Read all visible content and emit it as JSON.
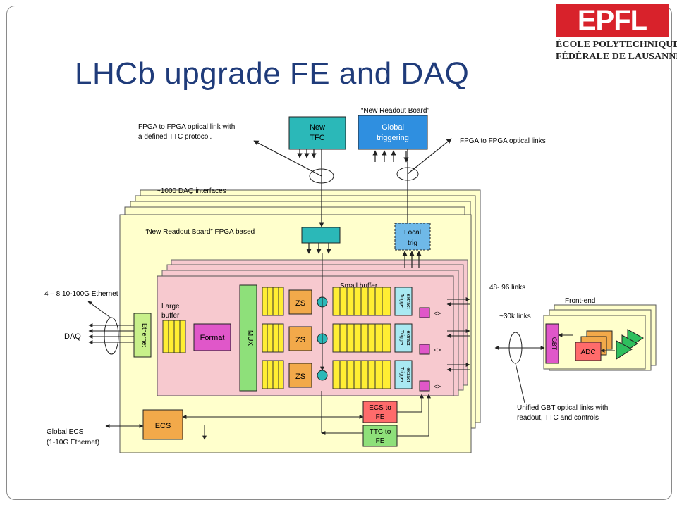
{
  "slide": {
    "title": "LHCb upgrade FE and DAQ",
    "logo": {
      "mark": "EPFL",
      "line1": "ÉCOLE POLYTECHNIQUE",
      "line2": "FÉDÉRALE DE LAUSANNE"
    }
  },
  "diagram": {
    "labels": {
      "new_readout_board": "“New Readout Board”",
      "fpga_link_defined": [
        "FPGA to FPGA optical link with",
        "a defined TTC protocol."
      ],
      "fpga_links": "FPGA to FPGA optical links",
      "daq_interfaces": "~1000 DAQ interfaces",
      "readout_board_fpga": "“New Readout Board” FPGA based",
      "ethernet_speed": "4 – 8 10-100G Ethernet",
      "daq": "DAQ",
      "global_ecs": [
        "Global ECS",
        "(1-10G Ethernet)"
      ],
      "links_48_96": "48- 96 links",
      "links_30k": "~30k links",
      "front_end": "Front-end",
      "unified_gbt": [
        "Unified GBT optical links with",
        "readout, TTC and controls"
      ],
      "small_buffer": "Small buffer",
      "large_buffer": [
        "Large",
        "buffer"
      ]
    },
    "blocks": {
      "new_tfc": [
        "New",
        "TFC"
      ],
      "global_triggering": [
        "Global",
        "triggering"
      ],
      "local_trig": [
        "Local",
        "trig"
      ],
      "ethernet": "Ethernet",
      "format": "Format",
      "mux": "MUX",
      "zs": [
        "ZS",
        "ZS",
        "ZS"
      ],
      "trigger_extract": [
        "Trigger",
        "extract"
      ],
      "ecs": "ECS",
      "ecs_to_fe": [
        "ECS to",
        "FE"
      ],
      "ttc_to_fe": [
        "TTC to",
        "FE"
      ],
      "gbt": "GBT",
      "adc": "ADC"
    },
    "colors": {
      "teal_block": "#2bb8b8",
      "blue_block": "#2f8fe0",
      "board_bg": "#ffffcc",
      "pink_board": "#f7c9cf",
      "green": "#8ee07a",
      "yellow": "#ffee33",
      "orange": "#f2a94a",
      "magenta": "#e057c9",
      "red_block": "#ff6b6b",
      "cyan_light": "#a9e9f2",
      "light_blue": "#6fb9e8",
      "green_triangle": "#2fbf5e",
      "title": "#1f3b7a",
      "epfl_red": "#d8222b"
    }
  }
}
